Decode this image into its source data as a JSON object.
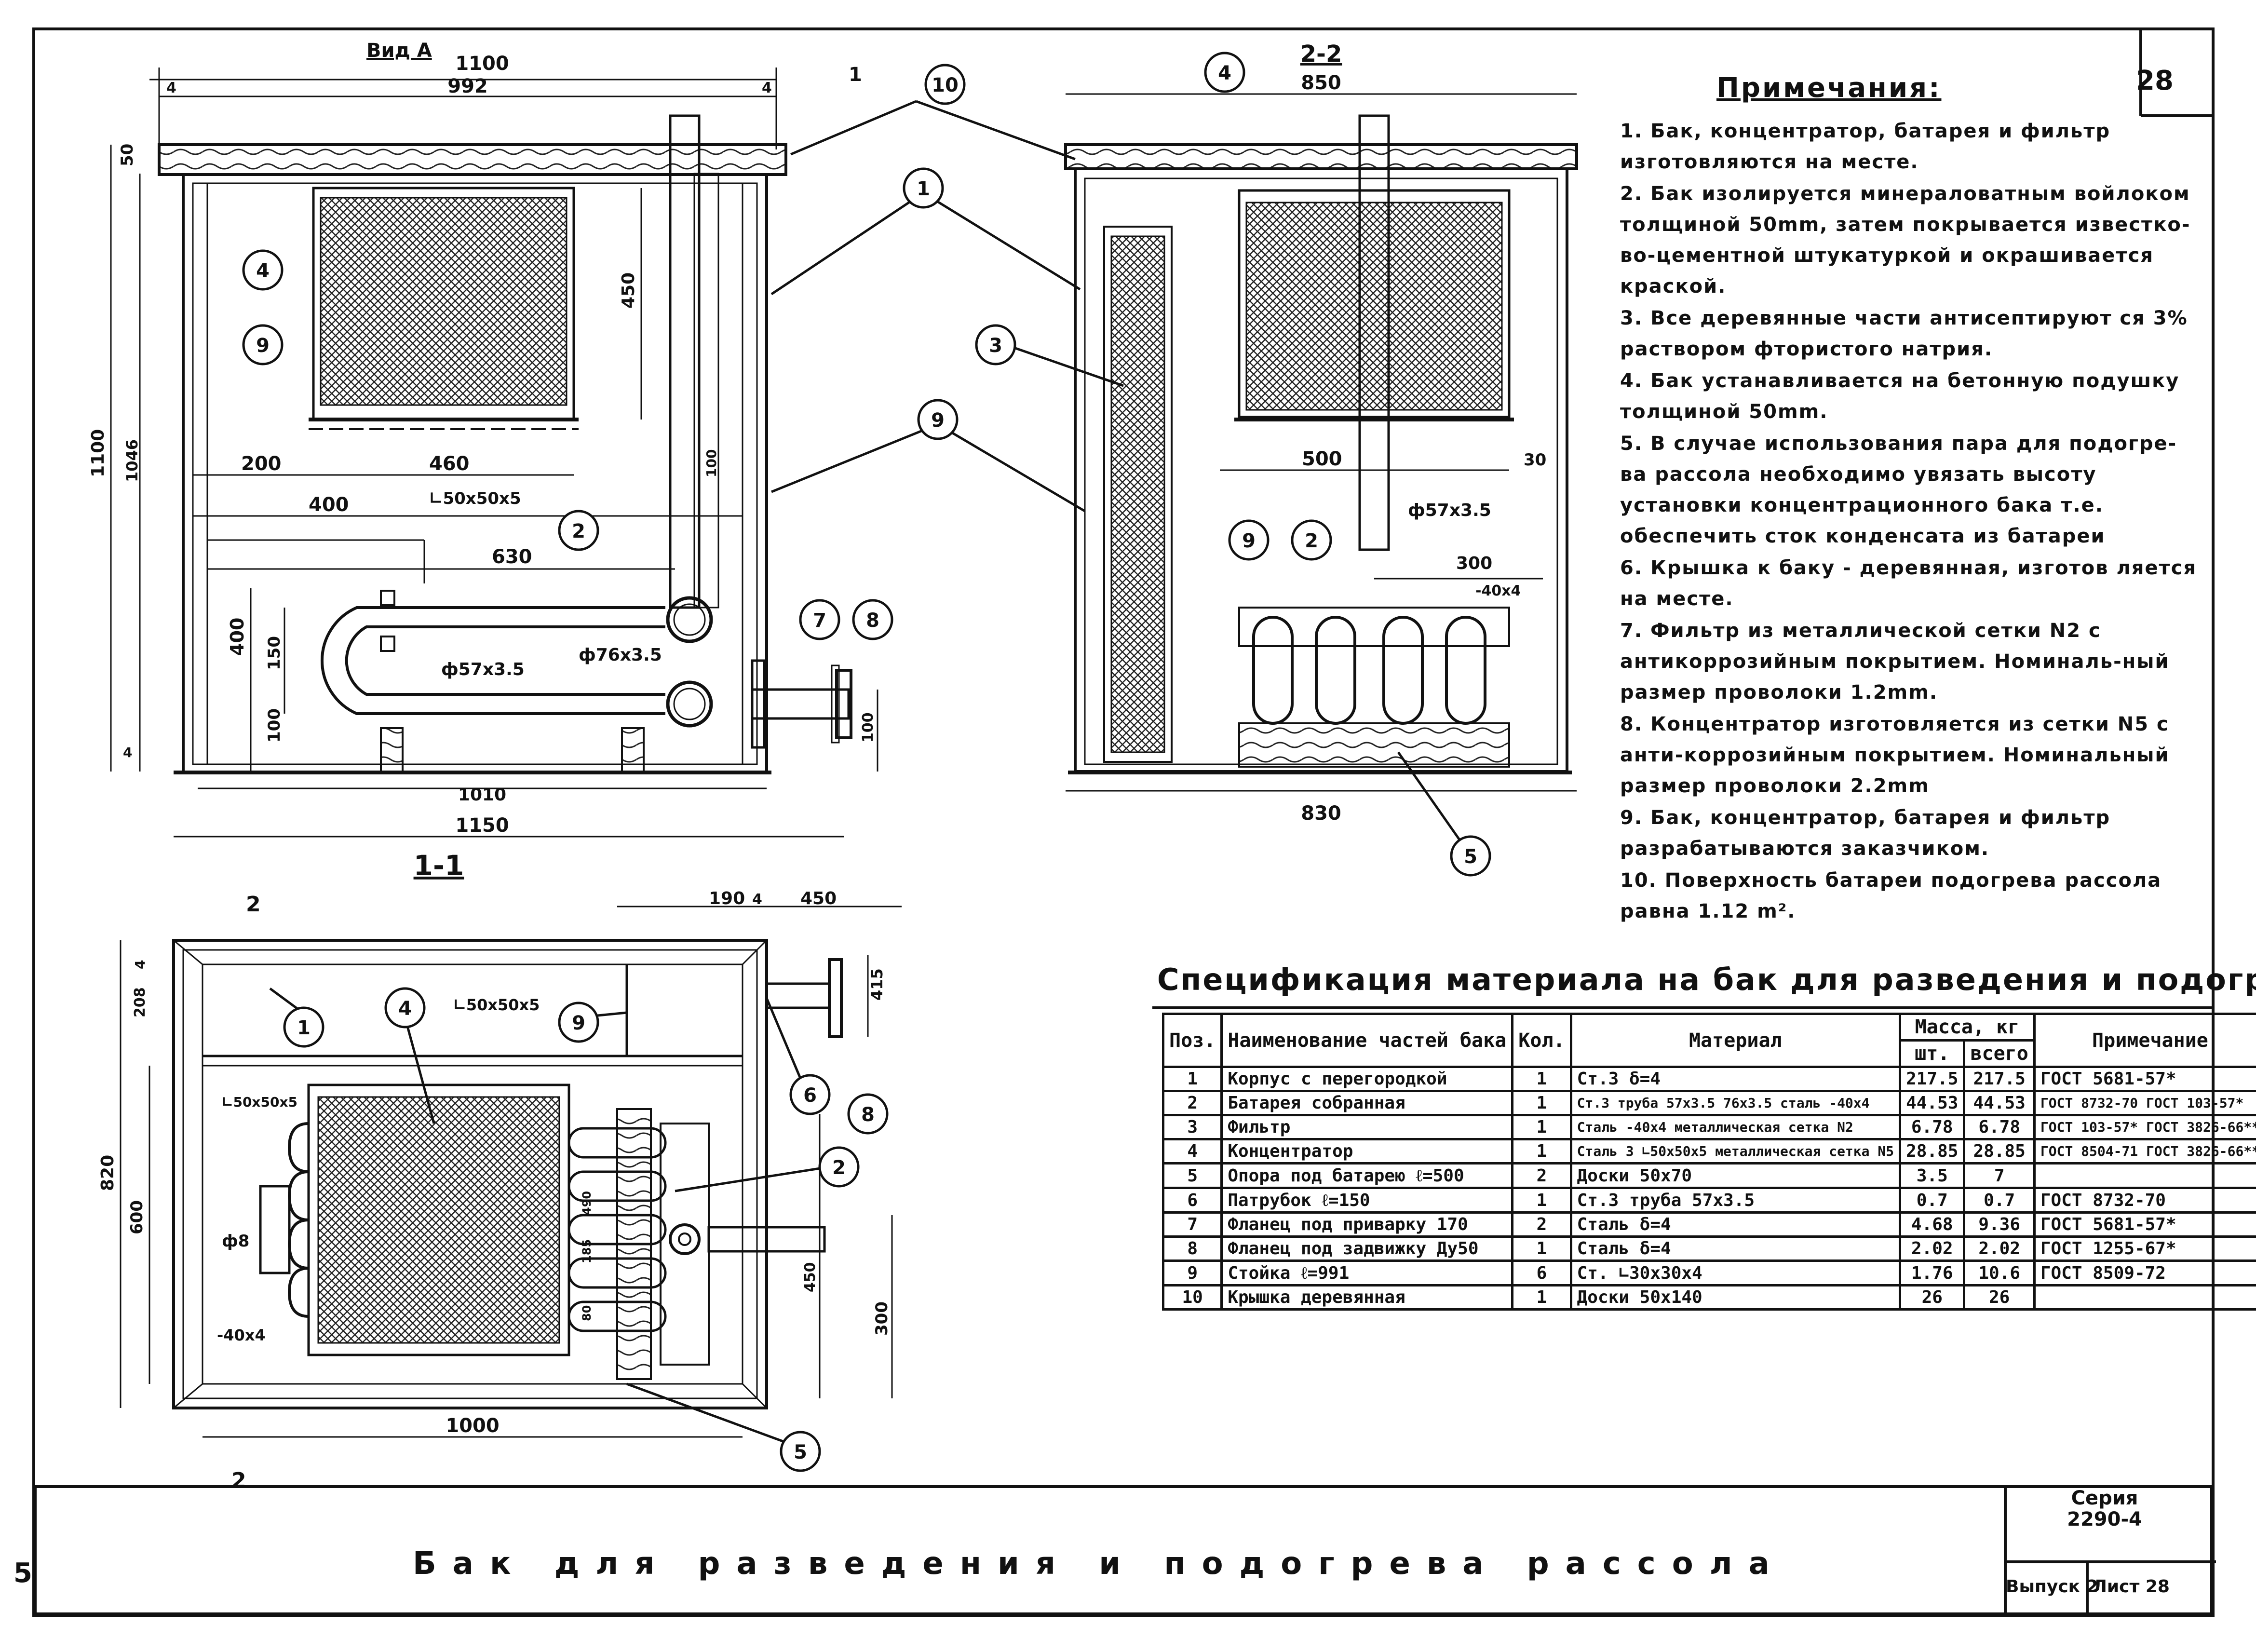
{
  "sheet_number": "28",
  "side_number": "5",
  "view_labels": {
    "vid_a": "Вид А",
    "sec_11": "1-1",
    "sec_22": "2-2",
    "cut_1_mark": "1",
    "cut_2_mark": "2"
  },
  "callouts": [
    "1",
    "2",
    "3",
    "4",
    "5",
    "6",
    "7",
    "8",
    "9",
    "10"
  ],
  "dims_11": {
    "top_overall": "1100",
    "top_inner": "992",
    "d4a": "4",
    "d4b": "4",
    "d50": "50",
    "h_overall": "1100",
    "h_inner": "1046",
    "d450": "450",
    "d200": "200",
    "d460": "460",
    "d400": "400",
    "angle": "∟50x50x5",
    "d100v": "100",
    "d630": "630",
    "d400v": "400",
    "d150": "150",
    "d100": "100",
    "pipe57": "ф57x3.5",
    "pipe76": "ф76x3.5",
    "d4bot": "4",
    "d100r": "100",
    "d1010": "1010",
    "d1150": "1150"
  },
  "dims_22": {
    "top": "850",
    "d500": "500",
    "d30": "30",
    "pipe57": "ф57x3.5",
    "d300": "300",
    "strip": "-40x4",
    "bottom": "830"
  },
  "dims_plan": {
    "d190": "190",
    "d450": "450",
    "d4": "4",
    "d415": "415",
    "d208": "208",
    "d4b": "4",
    "angle1": "∟50x50x5",
    "angle2": "∟50x50x5",
    "d820": "820",
    "d600": "600",
    "phi8": "ф8",
    "strip": "-40x4",
    "d450v": "450",
    "d300": "300",
    "d1000": "1000",
    "d490": "490",
    "d185": "185",
    "d80": "80"
  },
  "notes_title": "Примечания:",
  "notes": [
    "1. Бак, концентратор, батарея и фильтр изготовляются на месте.",
    "2. Бак изолируется минераловатным войлоком толщиной 50mm, затем покрывается известко-во-цементной штукатуркой и окрашивается краской.",
    "3. Все деревянные части антисептируют ся 3% раствором фтористого натрия.",
    "4. Бак устанавливается на бетонную подушку толщиной 50mm.",
    "5. В случае использования пара для подогре-ва рассола необходимо увязать высоту установки концентрационного бака т.е. обеспечить сток конденсата из батареи",
    "6. Крышка к баку - деревянная, изготов ляется на месте.",
    "7. Фильтр из металлической сетки N2 с антикоррозийным покрытием. Номиналь-ный размер проволоки 1.2mm.",
    "8. Концентратор изготовляется из сетки N5 с анти-коррозийным покрытием. Номинальный размер проволоки 2.2mm",
    "9. Бак, концентратор, батарея и фильтр разрабатываются заказчиком.",
    "10. Поверхность батареи подогрева рассола равна 1.12 m²."
  ],
  "spec_title": "Спецификация материала на бак для разведения и подогрева рассола",
  "spec_headers": {
    "pos": "Поз.",
    "name": "Наименование частей бака",
    "qty": "Кол.",
    "material": "Материал",
    "mass": "Масса, кг",
    "mass_unit": "шт.",
    "mass_total": "всего",
    "note": "Примечание"
  },
  "spec_rows": [
    {
      "pos": "1",
      "name": "Корпус с перегородкой",
      "qty": "1",
      "material": "Ст.3 δ=4",
      "m1": "217.5",
      "m2": "217.5",
      "note": "ГОСТ 5681-57*"
    },
    {
      "pos": "2",
      "name": "Батарея собранная",
      "qty": "1",
      "material": "Ст.3 труба 57x3.5 76x3.5 сталь -40x4",
      "m1": "44.53",
      "m2": "44.53",
      "note": "ГОСТ 8732-70 ГОСТ 103-57*"
    },
    {
      "pos": "3",
      "name": "Фильтр",
      "qty": "1",
      "material": "Сталь -40x4 металлическая сетка N2",
      "m1": "6.78",
      "m2": "6.78",
      "note": "ГОСТ 103-57* ГОСТ 3826-66**"
    },
    {
      "pos": "4",
      "name": "Концентратор",
      "qty": "1",
      "material": "Сталь 3 ∟50x50x5 металлическая сетка N5",
      "m1": "28.85",
      "m2": "28.85",
      "note": "ГОСТ 8504-71 ГОСТ 3826-66**"
    },
    {
      "pos": "5",
      "name": "Опора под батарею ℓ=500",
      "qty": "2",
      "material": "Доски 50x70",
      "m1": "3.5",
      "m2": "7",
      "note": ""
    },
    {
      "pos": "6",
      "name": "Патрубок ℓ=150",
      "qty": "1",
      "material": "Ст.3 труба 57x3.5",
      "m1": "0.7",
      "m2": "0.7",
      "note": "ГОСТ 8732-70"
    },
    {
      "pos": "7",
      "name": "Фланец под приварку 170",
      "qty": "2",
      "material": "Сталь δ=4",
      "m1": "4.68",
      "m2": "9.36",
      "note": "ГОСТ 5681-57*"
    },
    {
      "pos": "8",
      "name": "Фланец под задвижку Ду50",
      "qty": "1",
      "material": "Сталь δ=4",
      "m1": "2.02",
      "m2": "2.02",
      "note": "ГОСТ 1255-67*"
    },
    {
      "pos": "9",
      "name": "Стойка ℓ=991",
      "qty": "6",
      "material": "Ст. ∟30x30x4",
      "m1": "1.76",
      "m2": "10.6",
      "note": "ГОСТ 8509-72"
    },
    {
      "pos": "10",
      "name": "Крышка деревянная",
      "qty": "1",
      "material": "Доски 50x140",
      "m1": "26",
      "m2": "26",
      "note": ""
    }
  ],
  "title_block": {
    "title": "Бак для разведения и подогрева рассола",
    "series_label": "Серия",
    "series": "2290-4",
    "issue": "Выпуск 2",
    "sheet": "Лист 28"
  },
  "colors": {
    "ink": "#111111",
    "paper": "#ffffff",
    "hatch": "#555555"
  }
}
